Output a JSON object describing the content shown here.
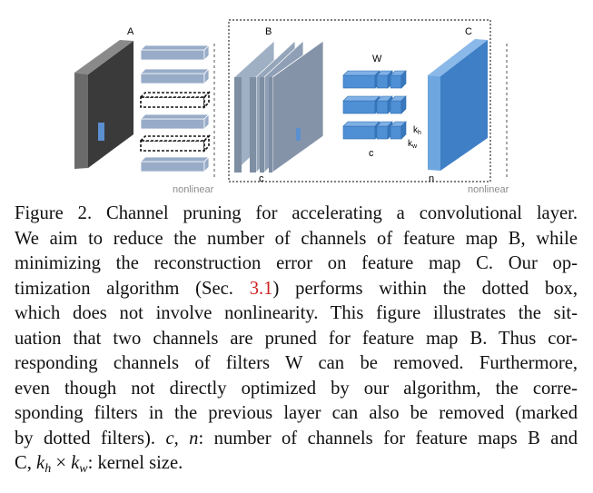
{
  "figure": {
    "labels": {
      "A": "A",
      "B": "B",
      "C": "C",
      "W": "W",
      "c_bottom": "c",
      "c_filters": "c",
      "n": "n",
      "kh_k": "k",
      "kh_sub": "h",
      "kw_k": "k",
      "kw_sub": "w",
      "nonlinear_left": "nonlinear",
      "nonlinear_right": "nonlinear"
    },
    "colors": {
      "feature_map_A": "#5b5b5b",
      "feature_map_B": "#8d9db3",
      "feature_map_C": "#4f8fd4",
      "filters_prev_layer": "#98acc8",
      "filters_W": "#4f8fd4",
      "receptive_patch": "#5b8fcf"
    },
    "prev_layer_filters": [
      {
        "pruned": false
      },
      {
        "pruned": false
      },
      {
        "pruned": true
      },
      {
        "pruned": false
      },
      {
        "pruned": true
      },
      {
        "pruned": false
      }
    ]
  },
  "caption": {
    "lines": [
      {
        "text": "Figure 2. Channel pruning for accelerating a convolutional layer."
      },
      {
        "text": "We aim to reduce the number of channels of feature map B, while"
      },
      {
        "text": "minimizing the reconstruction error on feature map C. Our op-"
      },
      {
        "pre": "timization algorithm (Sec. ",
        "ref": "3.1",
        "post": ") performs within the dotted box,"
      },
      {
        "text": "which does not involve nonlinearity. This figure illustrates the sit-"
      },
      {
        "text": "uation that two channels are pruned for feature map B. Thus cor-"
      },
      {
        "text": "responding channels of filters W can be removed.  Furthermore,"
      },
      {
        "text": "even though not directly optimized by our algorithm, the corre-"
      },
      {
        "text": "sponding filters in the previous layer can also be removed (marked"
      },
      {
        "pre": "by dotted filters). ",
        "m1": "c, n",
        "post": ": number of channels for feature maps B and"
      },
      {
        "pre": "C, ",
        "kh": "k",
        "kh_sub": "h",
        "times": " × ",
        "kw": "k",
        "kw_sub": "w",
        "post": ": kernel size."
      }
    ]
  }
}
